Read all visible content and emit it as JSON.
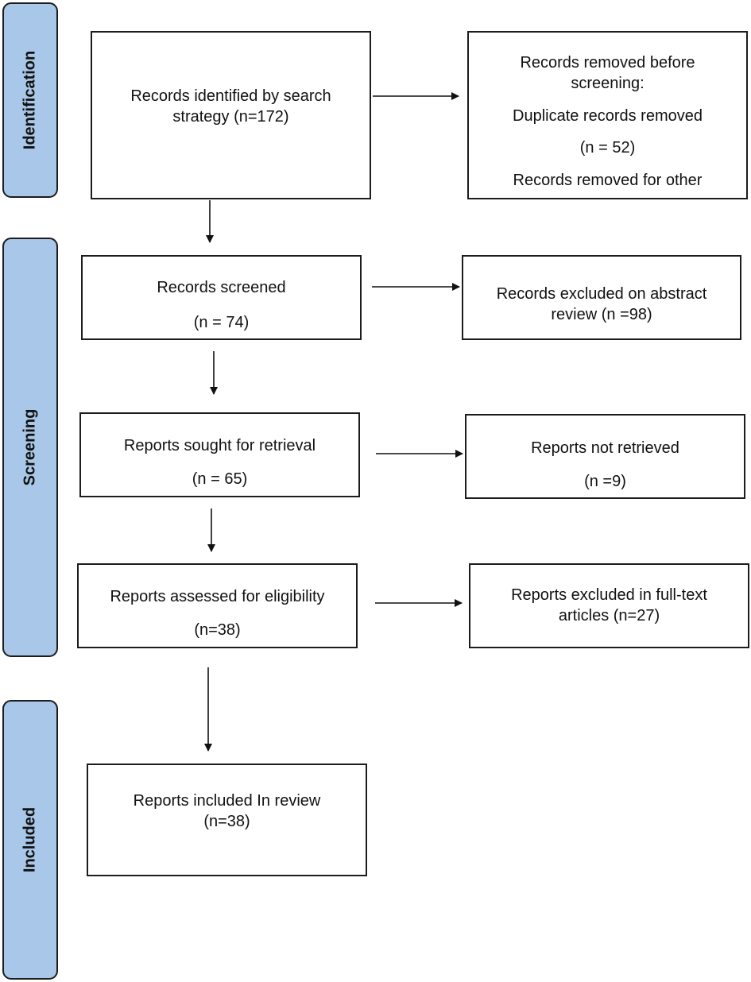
{
  "phases": {
    "identification": "Identification",
    "screening": "Screening",
    "included": "Included"
  },
  "boxes": {
    "identified": {
      "line1": "Records identified by search",
      "line2": "strategy (n=172)"
    },
    "removed": {
      "line1": "Records removed before",
      "line2": "screening:",
      "line3": "Duplicate records removed",
      "line4": "(n = 52)",
      "line5": "Records removed for other"
    },
    "screened": {
      "line1": "Records screened",
      "line2": "(n = 74)"
    },
    "excluded_abstract": {
      "line1": "Records excluded on abstract",
      "line2": "review (n =98)"
    },
    "sought": {
      "line1": "Reports sought for retrieval",
      "line2": "(n = 65)"
    },
    "not_retrieved": {
      "line1": "Reports not retrieved",
      "line2": "(n =9)"
    },
    "assessed": {
      "line1": "Reports assessed for eligibility",
      "line2": "(n=38)"
    },
    "excluded_fulltext": {
      "line1": "Reports excluded in full-text",
      "line2": "articles (n=27)"
    },
    "included": {
      "line1": "Reports included In review",
      "line2": "(n=38)"
    }
  }
}
